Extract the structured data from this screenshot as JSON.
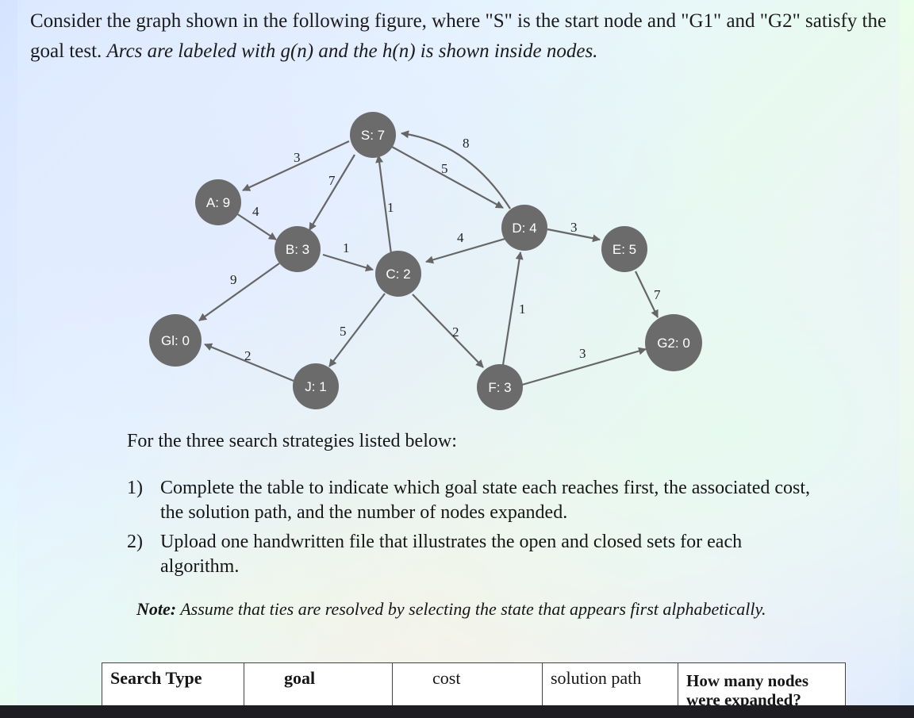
{
  "question": {
    "intro": "Consider the graph shown in the following figure, where \"S\" is the start node and \"G1\" and \"G2\" satisfy the goal test.",
    "italic": "Arcs are labeled with g(n) and the h(n) is shown inside nodes."
  },
  "graph": {
    "nodes": {
      "S": "S: 7",
      "A": "A: 9",
      "B": "B: 3",
      "C": "C: 2",
      "D": "D: 4",
      "E": "E: 5",
      "G1": "Gl: 0",
      "G2": "G2: 0",
      "J": "J: 1",
      "F": "F: 3"
    },
    "edges": {
      "S_A": "3",
      "S_B": "7",
      "C_S": "1",
      "S_D_upper": "8",
      "S_D_lower": "5",
      "A_B": "4",
      "B_G1": "9",
      "B_C": "1",
      "D_C": "4",
      "C_J": "5",
      "C_F": "2",
      "F_D": "1",
      "D_E": "3",
      "E_G2": "7",
      "J_G1": "2",
      "F_G2": "3"
    }
  },
  "instructions": {
    "intro": "For the three search strategies listed below:",
    "items": [
      {
        "num": "1)",
        "text": "Complete the table to indicate which goal state each reaches first, the associated cost, the solution path, and the number of nodes expanded."
      },
      {
        "num": "2)",
        "text": "Upload one handwritten file that illustrates the open and closed sets for each algorithm."
      }
    ],
    "note_label": "Note:",
    "note_text": "Assume that ties are resolved by selecting the state that appears first alphabetically."
  },
  "table": {
    "headers": [
      "Search Type",
      "goal",
      "cost",
      "solution path",
      "How many nodes were expanded?"
    ]
  }
}
